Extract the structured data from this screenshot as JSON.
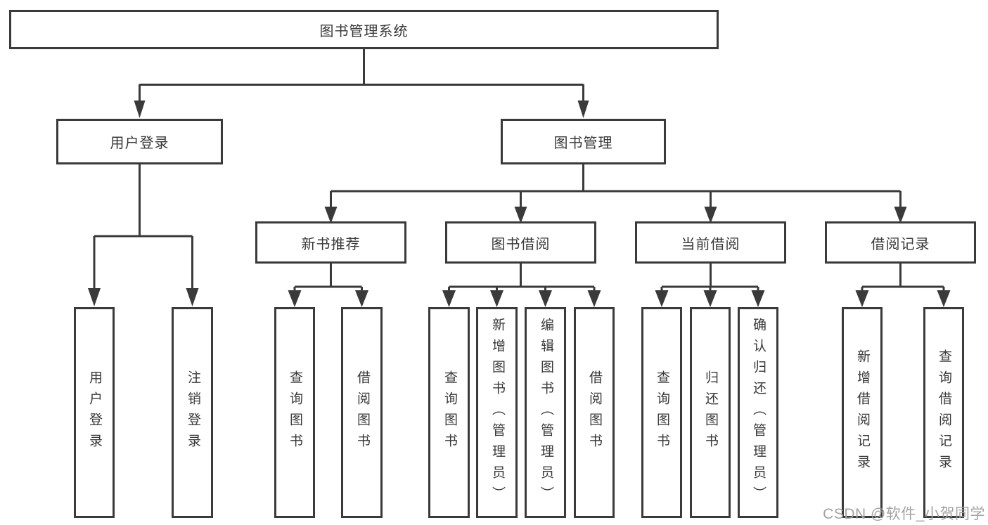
{
  "diagram": {
    "root": "图书管理系统",
    "user_login": {
      "label": "用户登录",
      "children": [
        "用户登录",
        "注销登录"
      ]
    },
    "book_mgmt": {
      "label": "图书管理",
      "sections": [
        {
          "label": "新书推荐",
          "children": [
            "查询图书",
            "借阅图书"
          ]
        },
        {
          "label": "图书借阅",
          "children": [
            "查询图书",
            "新增图书（管理员）",
            "编辑图书（管理员）",
            "借阅图书"
          ]
        },
        {
          "label": "当前借阅",
          "children": [
            "查询图书",
            "归还图书",
            "确认归还（管理员）"
          ]
        },
        {
          "label": "借阅记录",
          "children": [
            "新增借阅记录",
            "查询借阅记录"
          ]
        }
      ]
    },
    "watermark": "CSDN @软件_小贺同学",
    "colors": {
      "line": "#3a3a3a",
      "text": "#383838",
      "background": "#ffffff",
      "watermark": "#a3a3a3"
    }
  }
}
